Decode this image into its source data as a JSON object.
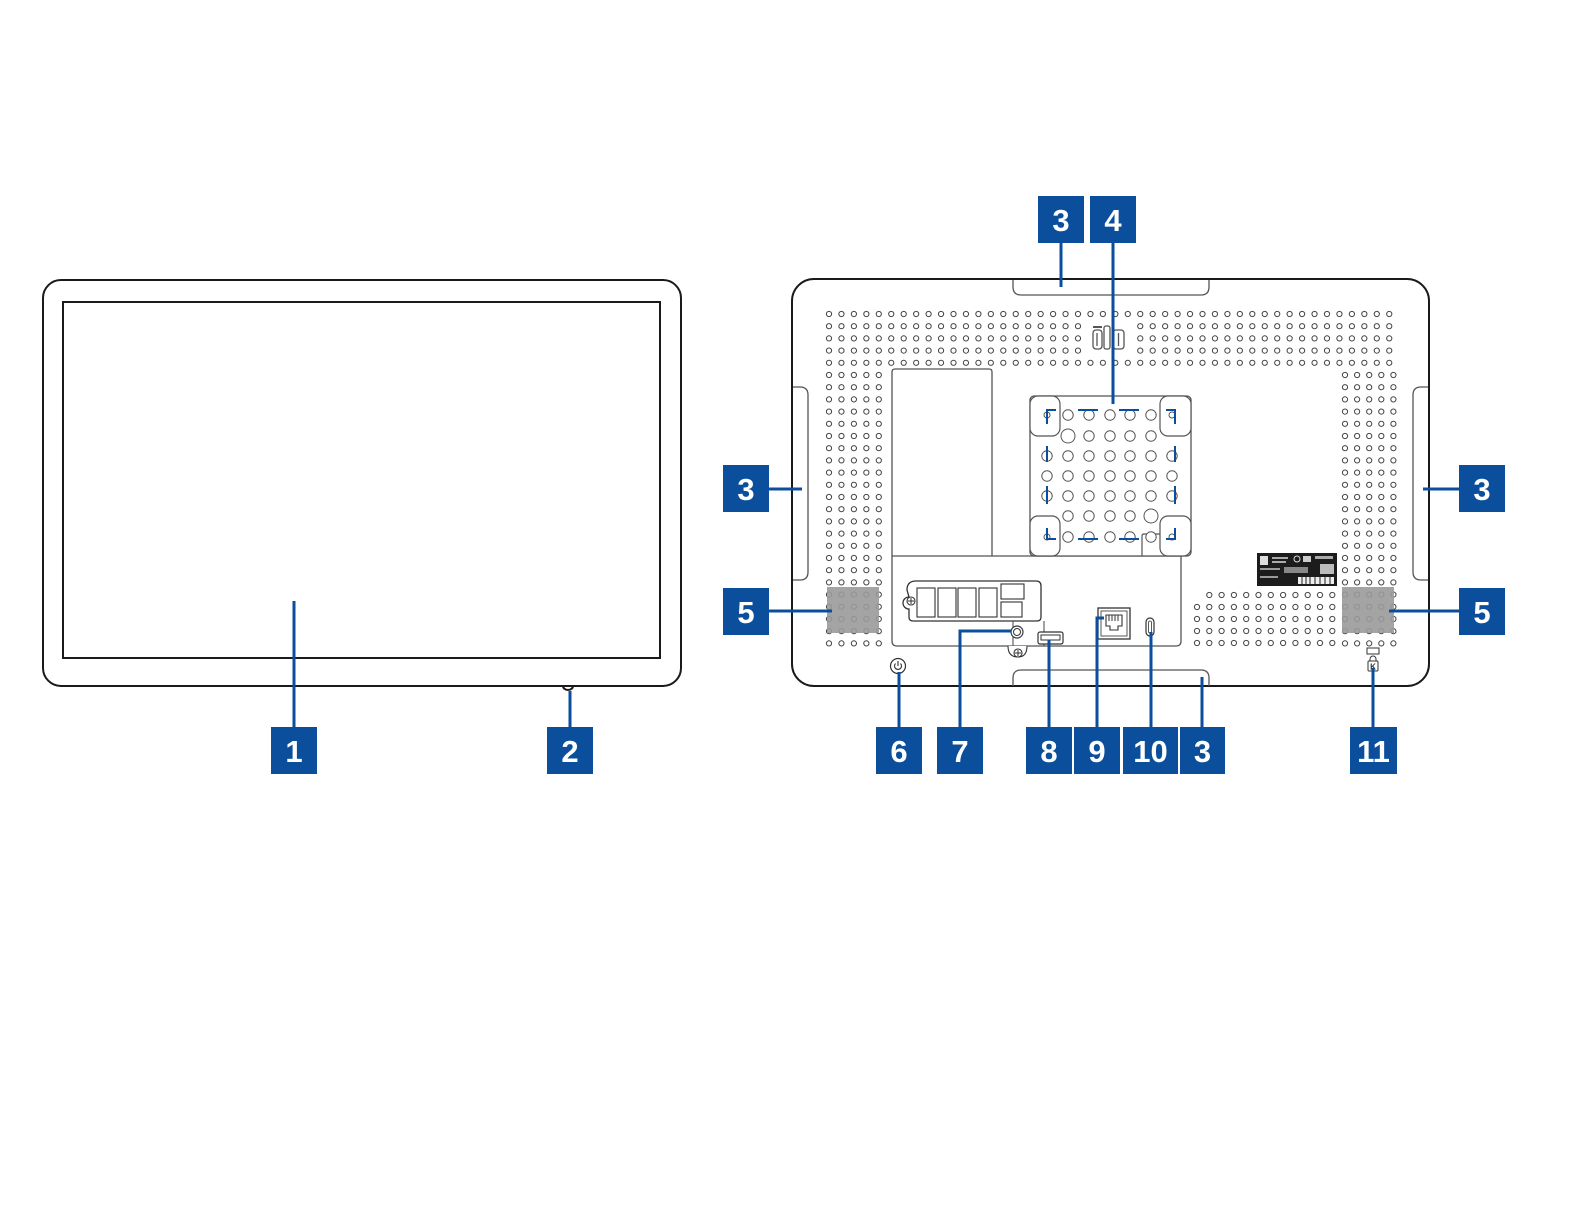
{
  "figure": {
    "title": "",
    "accent_color": "#0b4f9c",
    "outline_color": "#1a1a1a",
    "speaker_color": "#9a9a9a",
    "views": [
      {
        "id": "front",
        "name": "front-view"
      },
      {
        "id": "rear",
        "name": "rear-view"
      }
    ],
    "rear_logo": "elo",
    "callouts": [
      {
        "label": "1",
        "view": "front",
        "target": "touchscreen-display"
      },
      {
        "label": "2",
        "view": "front",
        "target": "front-camera-or-sensor"
      },
      {
        "label": "3",
        "view": "rear",
        "target": "top-handle-recess"
      },
      {
        "label": "4",
        "view": "rear",
        "target": "vesa-mount"
      },
      {
        "label": "3",
        "view": "rear",
        "target": "left-handle-recess"
      },
      {
        "label": "3",
        "view": "rear",
        "target": "right-handle-recess"
      },
      {
        "label": "5",
        "view": "rear",
        "target": "left-speaker"
      },
      {
        "label": "5",
        "view": "rear",
        "target": "right-speaker"
      },
      {
        "label": "6",
        "view": "rear",
        "target": "power-button"
      },
      {
        "label": "7",
        "view": "rear",
        "target": "audio-jack"
      },
      {
        "label": "8",
        "view": "rear",
        "target": "usb-a-port"
      },
      {
        "label": "9",
        "view": "rear",
        "target": "ethernet-port"
      },
      {
        "label": "10",
        "view": "rear",
        "target": "usb-c-port"
      },
      {
        "label": "3",
        "view": "rear",
        "target": "bottom-handle-recess"
      },
      {
        "label": "11",
        "view": "rear",
        "target": "kensington-lock-slot"
      }
    ]
  }
}
